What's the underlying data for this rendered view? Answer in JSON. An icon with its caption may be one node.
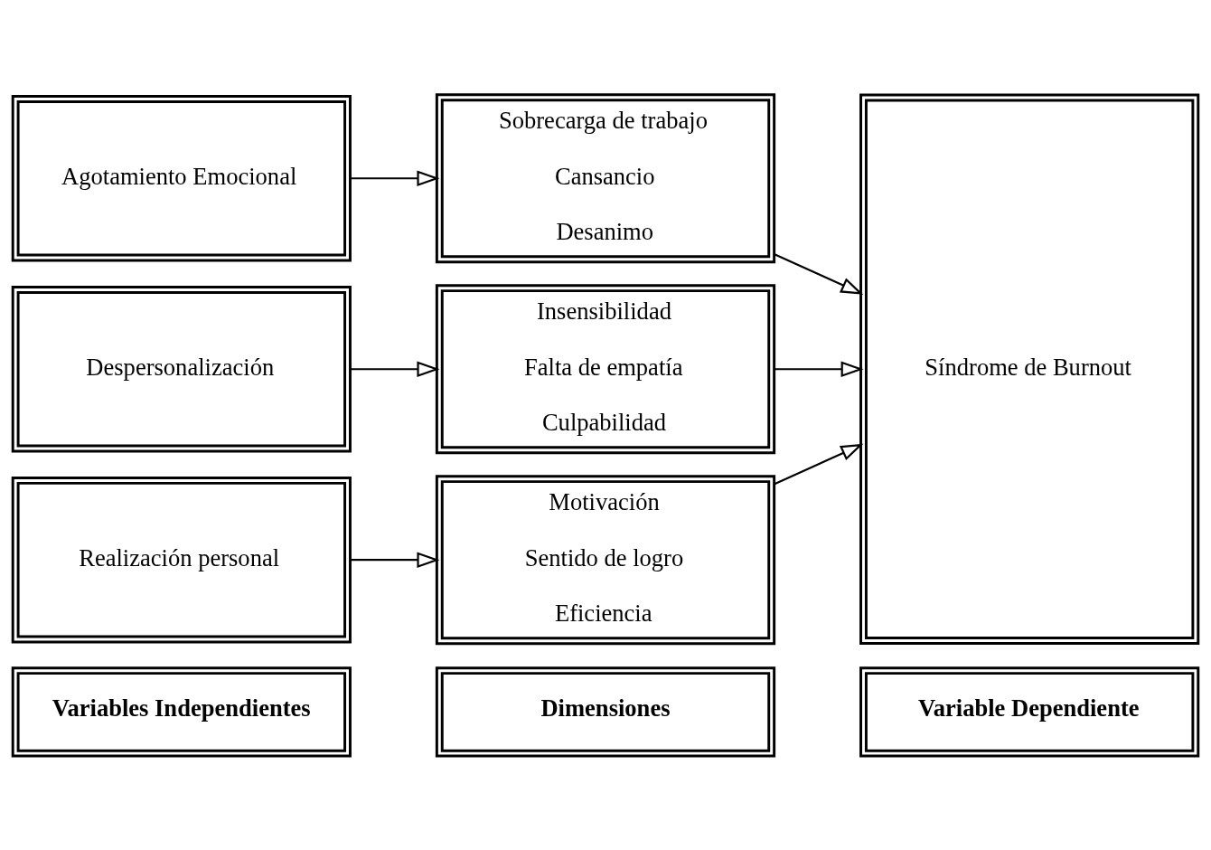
{
  "diagram": {
    "nodes": [
      {
        "text": [
          "Variables Independientes"
        ]
      },
      {
        "text": [
          "Dimensiones"
        ]
      },
      {
        "text": [
          "Variable Dependiente"
        ]
      },
      {
        "text": [
          "Agotamiento Emocional"
        ]
      },
      {
        "text": [
          "Sobrecarga de trabajo",
          "Cansancio",
          "Desanimo"
        ]
      },
      {
        "text": [
          "Síndrome de Burnout"
        ]
      },
      {
        "text": [
          "Despersonalización"
        ]
      },
      {
        "text": [
          "Insensibilidad",
          "Falta de empatía",
          "Culpabilidad"
        ]
      },
      {
        "text": [
          "Realización personal"
        ]
      },
      {
        "text": [
          "Motivación",
          "Sentido de logro",
          "Eficiencia"
        ]
      }
    ],
    "edges": [
      {
        "from": 3,
        "to": 4,
        "arrow": "to"
      },
      {
        "from": 4,
        "to": 5,
        "arrow": "to"
      },
      {
        "from": 6,
        "to": 7,
        "arrow": "to"
      },
      {
        "from": 7,
        "to": 5,
        "arrow": "to"
      },
      {
        "from": 8,
        "to": 9,
        "arrow": "to"
      },
      {
        "from": 9,
        "to": 5,
        "arrow": "to"
      }
    ]
  }
}
